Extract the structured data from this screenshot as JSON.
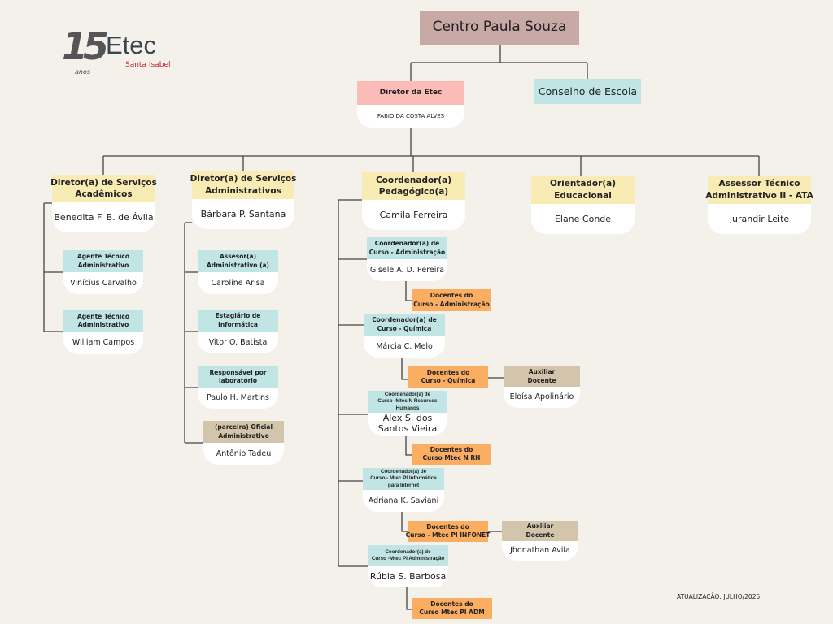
{
  "logo": {
    "number": "15",
    "anos": "anos",
    "brand": "Etec",
    "campus": "Santa Isabel"
  },
  "root": {
    "title": "Centro Paula Souza"
  },
  "director": {
    "role": "Diretor da Etec",
    "name": "FÁBIO DA COSTA ALVES"
  },
  "council": {
    "title": "Conselho de Escola"
  },
  "level2": [
    {
      "role": "Diretor(a) de Serviços\nAcadêmicos",
      "name": "Benedita F. B. de Ávila"
    },
    {
      "role": "Diretor(a) de Serviços\nAdministrativos",
      "name": "Bárbara P. Santana"
    },
    {
      "role": "Coordenador(a)\nPedagógico(a)",
      "name": "Camila Ferreira"
    },
    {
      "role": "Orientador(a)\nEducacional",
      "name": "Elane Conde"
    },
    {
      "role": "Assessor Técnico\nAdministrativo II - ATA",
      "name": "Jurandir Leite"
    }
  ],
  "academic_staff": [
    {
      "role": "Agente Técnico\nAdministrativo",
      "name": "Vinícius Carvalho"
    },
    {
      "role": "Agente Técnico\nAdministrativo",
      "name": "William Campos"
    }
  ],
  "admin_staff": [
    {
      "role": "Assesor(a)\nAdministrativo (a)",
      "name": "Caroline Arisa"
    },
    {
      "role": "Estagiário de\nInformática",
      "name": "Vitor O. Batista"
    },
    {
      "role": "Responsável por\nlaboratório",
      "name": "Paulo H. Martins"
    },
    {
      "role": "(parceira) Oficial\nAdministrativo",
      "name": "Antônio Tadeu"
    }
  ],
  "courses": [
    {
      "role": "Coordenador(a) de\nCurso - Administração",
      "name": "Gisele A. D. Pereira",
      "teachers": "Docentes do\nCurso - Administração"
    },
    {
      "role": "Coordenador(a) de\nCurso - Química",
      "name": "Márcia C. Melo",
      "teachers": "Docentes do\nCurso - Química",
      "aux_role": "Auxiliar\nDocente",
      "aux_name": "Eloísa Apolinário"
    },
    {
      "role": "Coordenador(a) de\nCurso -Mtec N Recursos\nHumanos",
      "name": "Alex S. dos\nSantos Vieira",
      "teachers": "Docentes do\nCurso Mtec N RH"
    },
    {
      "role": "Coordenador(a) de\nCurso - Mtec PI Informática\npara Internet",
      "name": "Adriana K. Saviani",
      "teachers": "Docentes do\nCurso - Mtec PI INFONET",
      "aux_role": "Auxiliar\nDocente",
      "aux_name": "Jhonathan Avila"
    },
    {
      "role": "Coordenador(a) de\nCurso -Mtec PI Administração",
      "name": "Rúbia S. Barbosa",
      "teachers": "Docentes do\nCurso Mtec PI ADM"
    }
  ],
  "footer": {
    "updated": "ATUALIZAÇÃO: JULHO/2025"
  },
  "colors": {
    "background": "#f4f0ea",
    "root": "#c9a9a6",
    "director": "#fbbcb7",
    "council": "#c1e4e4",
    "level2": "#f8ebb4",
    "staff": "#c1e4e4",
    "partner": "#d3c5ab",
    "teachers": "#fbae62"
  }
}
